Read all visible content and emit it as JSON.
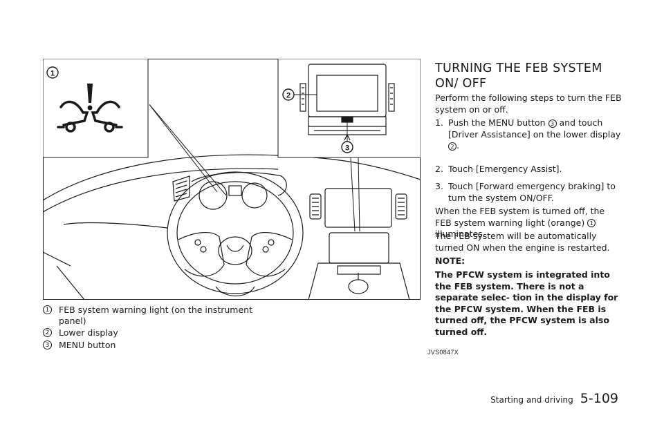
{
  "figure": {
    "code": "JVS0847X",
    "callouts": [
      "1",
      "2",
      "3"
    ]
  },
  "legend": [
    {
      "num": "1",
      "text": "FEB system warning light (on the instrument panel)"
    },
    {
      "num": "2",
      "text": "Lower display"
    },
    {
      "num": "3",
      "text": "MENU button"
    }
  ],
  "section": {
    "title": "TURNING THE FEB SYSTEM ON/ OFF",
    "intro": "Perform the following steps to turn the FEB system on or off.",
    "steps": [
      {
        "num": "1.",
        "before": "Push the MENU button",
        "ref1": "3",
        "middle": "and touch [Driver Assistance] on the lower display",
        "ref2": "2",
        "after": "."
      },
      {
        "num": "2.",
        "text": "Touch [Emergency Assist]."
      },
      {
        "num": "3.",
        "text": "Touch [Forward emergency braking] to turn the system ON/OFF."
      }
    ],
    "off_para": {
      "before": "When the FEB system is turned off, the FEB system warning light (orange)",
      "ref": "1",
      "after": "illuminates."
    },
    "restart_para": "The FEB system will be automatically turned ON when the engine is restarted.",
    "note_label": "NOTE:",
    "note_text": "The PFCW system is integrated into the FEB system. There is not a separate selec- tion in the display for the PFCW system. When the FEB is turned off, the PFCW system is also turned off."
  },
  "footer": {
    "section": "Starting and driving",
    "page": "5-109"
  }
}
